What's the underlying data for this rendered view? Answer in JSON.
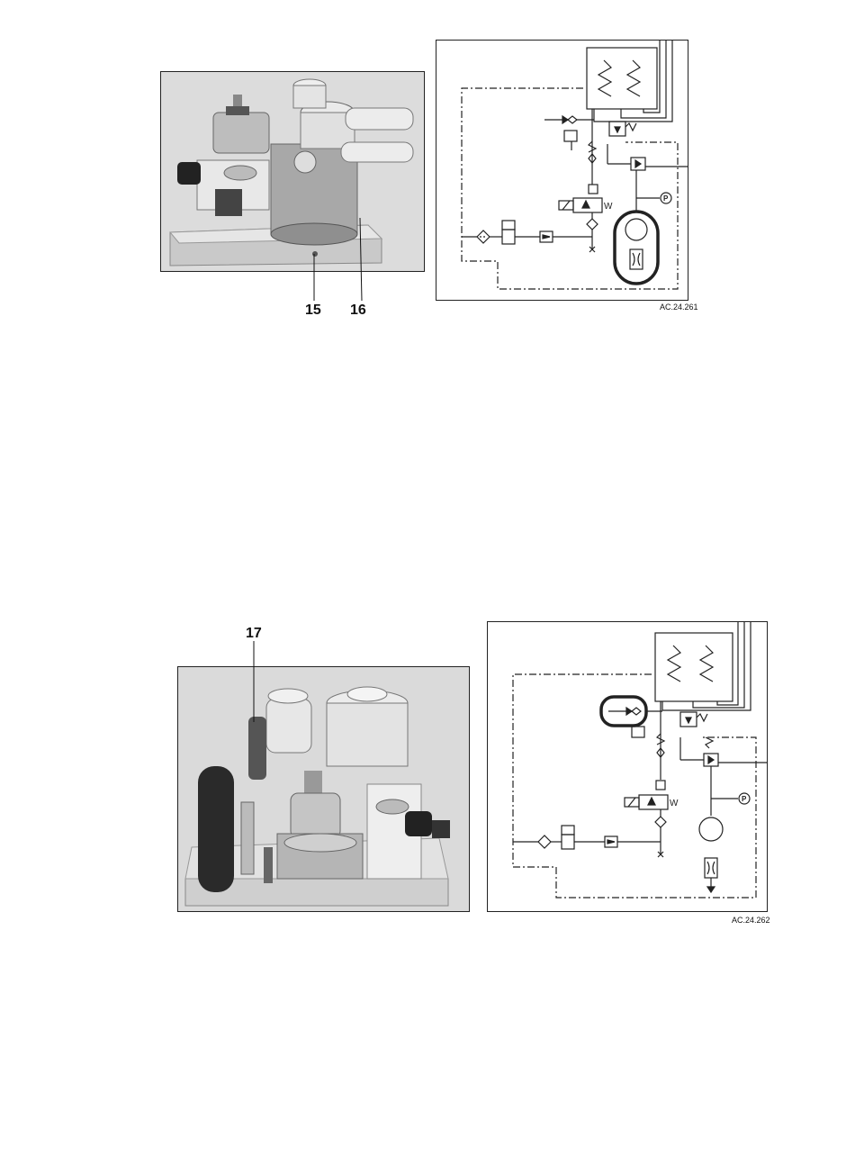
{
  "figure1": {
    "callouts": [
      "15",
      "16"
    ],
    "reference": "AC.24.261"
  },
  "figure2": {
    "callouts": [
      "17"
    ],
    "reference": "AC.24.262"
  },
  "colors": {
    "photo_bg": "#d9d9d9",
    "line": "#222222",
    "metal": "#b8b8b8"
  }
}
